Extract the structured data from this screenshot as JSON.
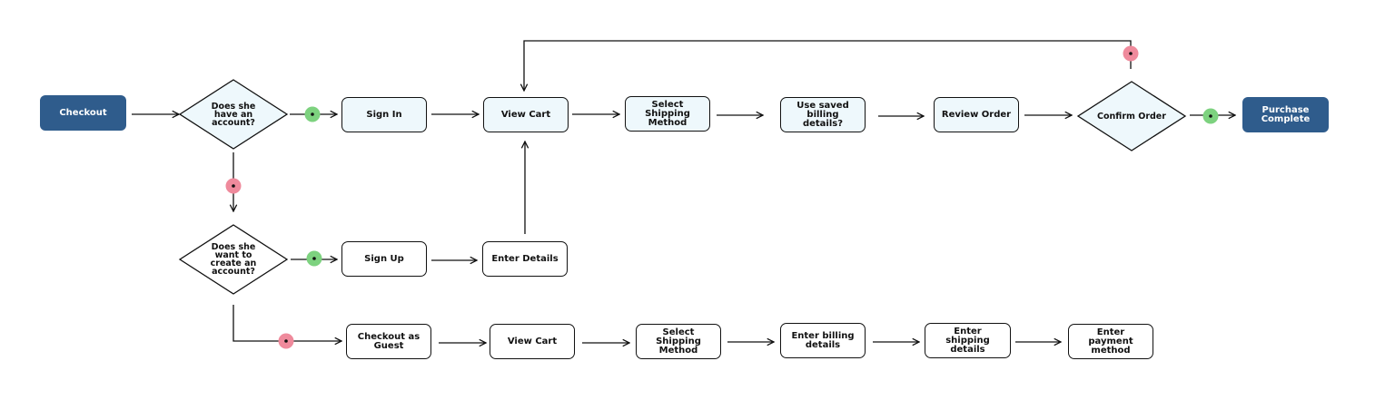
{
  "colors": {
    "line": "#111111",
    "terminal": "#2f5c8c",
    "tint": "#eef8fc",
    "yes": "#7dd27f",
    "no": "#ef8a9c"
  },
  "nodes": {
    "checkout": "Checkout",
    "has_account": "Does she have an account?",
    "sign_in": "Sign In",
    "view_cart": "View Cart",
    "select_shipping": "Select Shipping Method",
    "use_saved_billing": "Use saved billing details?",
    "review_order": "Review Order",
    "confirm_order": "Confirm Order",
    "purchase_complete": "Purchase Complete",
    "create_account": "Does she want to create an account?",
    "sign_up": "Sign Up",
    "enter_details": "Enter Details",
    "checkout_guest": "Checkout as Guest",
    "guest_view_cart": "View Cart",
    "guest_select_shipping": "Select Shipping Method",
    "enter_billing": "Enter billing details",
    "enter_shipping": "Enter shipping details",
    "enter_payment": "Enter payment method"
  }
}
